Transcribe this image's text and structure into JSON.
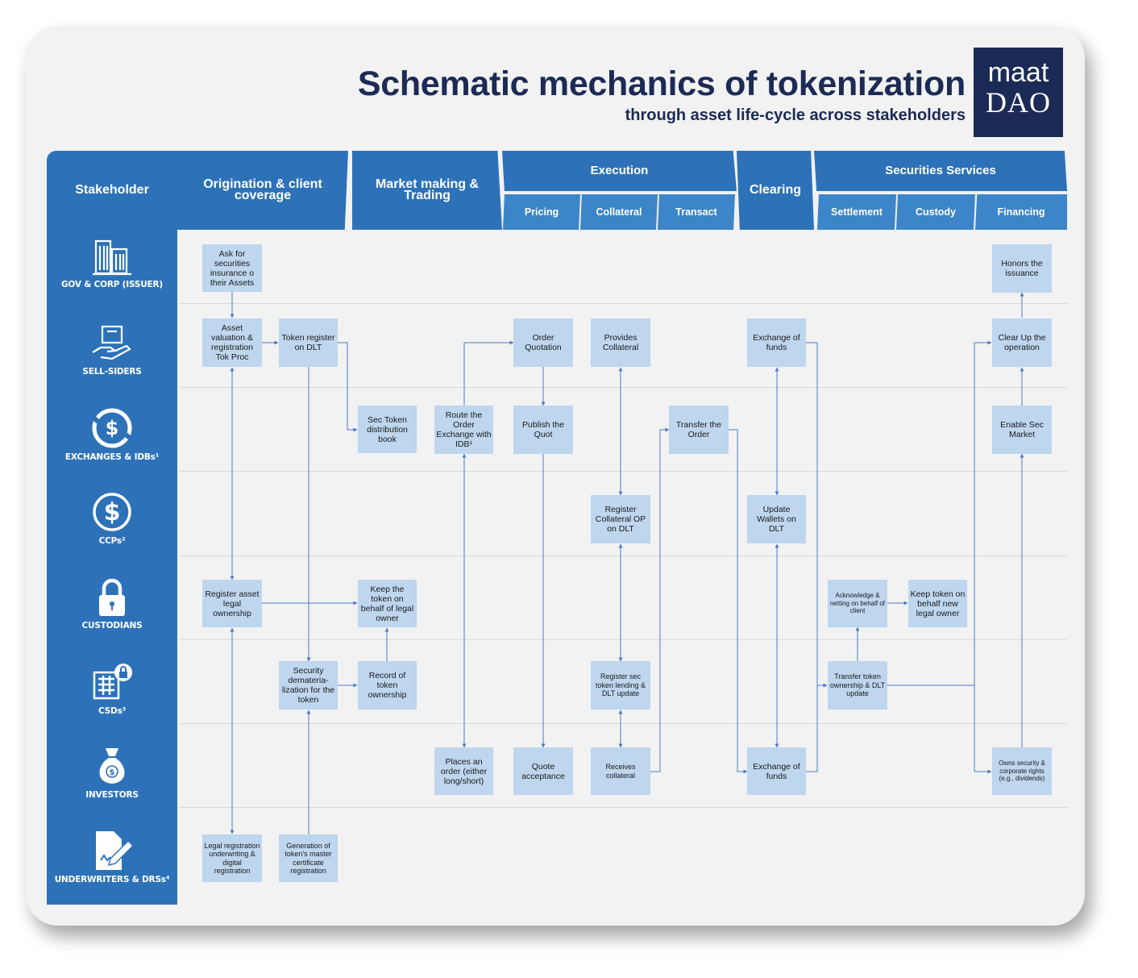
{
  "header": {
    "title": "Schematic mechanics of tokenization",
    "subtitle": "through asset life-cycle across stakeholders",
    "logo_top": "maat",
    "logo_bottom": "DAO"
  },
  "columns": {
    "stakeholder": "Stakeholder",
    "origination": "Origination & client coverage",
    "market_making": "Market making & Trading",
    "execution": "Execution",
    "pricing": "Pricing",
    "collateral": "Collateral",
    "transact": "Transact",
    "clearing": "Clearing",
    "securities_services": "Securities Services",
    "settlement": "Settlement",
    "custody": "Custody",
    "financing": "Financing"
  },
  "stakeholders": {
    "gov": "GOV & CORP (ISSUER)",
    "sell": "SELL-SIDERS",
    "exch": "EXCHANGES &  IDBs¹",
    "ccp": "CCPs²",
    "cust": "CUSTODIANS",
    "csd": "CSDs³",
    "inv": "INVESTORS",
    "und": "UNDERWRITERS  & DRSs⁴"
  },
  "steps": {
    "ask": "Ask for securities insurance o their Assets",
    "valuation": "Asset valuation & registration Tok Proc",
    "token_register": "Token register on DLT",
    "distribution": "Sec Token distribution book",
    "route": "Route the Order Exchange with IDB¹",
    "order_quotation": "Order Quotation",
    "publish": "Publish the Quot",
    "provides_collateral": "Provides Collateral",
    "register_collateral": "Register Collateral OP on DLT",
    "transfer_order": "Transfer the Order",
    "exchange_top": "Exchange of funds",
    "update_wallets": "Update Wallets on DLT",
    "honors": "Honors the issuance",
    "clear_up": "Clear Up the operation",
    "enable_market": "Enable Sec Market",
    "register_legal": "Register asset legal ownership",
    "keep_behalf": "Keep the token on behalf of legal owner",
    "acknowledge": "Acknowledge & netting on behalf of client",
    "keep_new": "Keep token on behalf new legal owner",
    "demat": "Security demateria-lization for the token",
    "record": "Record of token ownership",
    "lending": "Register sec token lending & DLT update",
    "transfer_ownership": "Transfer token ownership & DLT update",
    "places_order": "Places an order (either long/short)",
    "quote_acceptance": "Quote acceptance",
    "receives_collateral": "Receives collateral",
    "exchange_bottom": "Exchange of funds",
    "owns_rights": "Owns security & corporate rights  (e.g., dividends)",
    "legal_registration": "Legal registration underwriting & digital registration",
    "generation": "Generation of token's master certificate registration"
  },
  "colors": {
    "header_blue": "#2d72b8",
    "sub_blue": "#3d85c9",
    "box_fill": "#bed6ee",
    "title_navy": "#1c2b55",
    "arrow": "#4a7cc4"
  }
}
